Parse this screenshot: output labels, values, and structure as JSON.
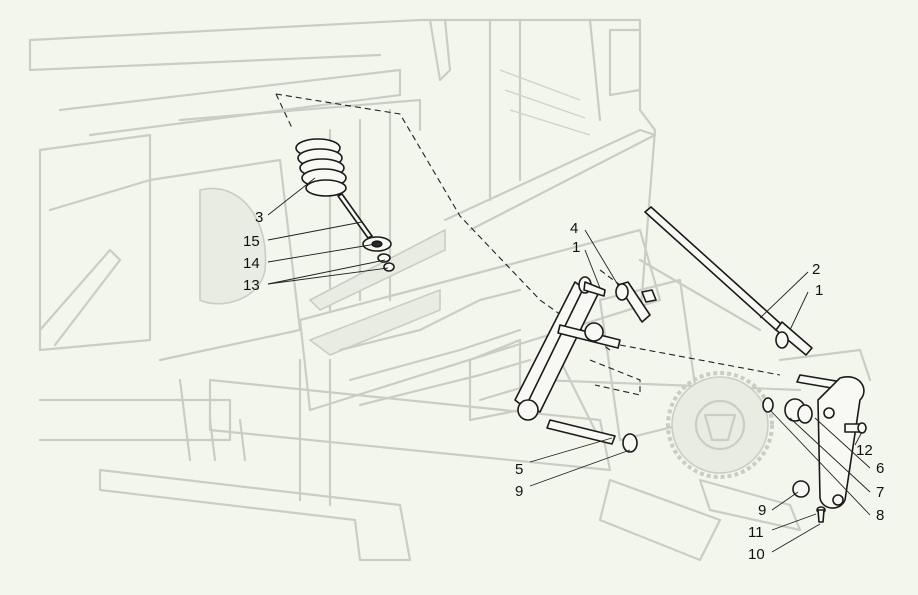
{
  "callouts": {
    "c3": "3",
    "c15": "15",
    "c14": "14",
    "c13": "13",
    "c4": "4",
    "c1a": "1",
    "c2": "2",
    "c1b": "1",
    "c5": "5",
    "c9a": "9",
    "c12": "12",
    "c6": "6",
    "c7": "7",
    "c8": "8",
    "c9b": "9",
    "c11": "11",
    "c10": "10"
  }
}
